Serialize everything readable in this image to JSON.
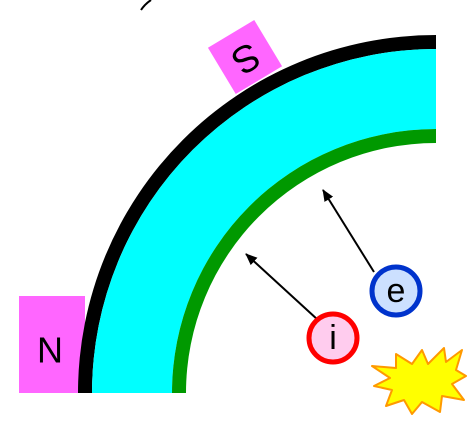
{
  "magnets": {
    "south": {
      "label": "S",
      "color": "#ff66ff"
    },
    "north": {
      "label": "N",
      "color": "#ff66ff"
    }
  },
  "wall": {
    "outer_color": "#000000",
    "body_color": "#00ffff",
    "inner_color": "#009900"
  },
  "particles": {
    "electron": {
      "label": "e",
      "ring_color": "#0033cc",
      "fill_color": "#cce0ff"
    },
    "ion": {
      "label": "i",
      "ring_color": "#ff0000",
      "fill_color": "#ffccee"
    }
  },
  "spark": {
    "fill_color": "#ffff00",
    "stroke_color": "#ff9900"
  },
  "arrows": {
    "color": "#000000"
  }
}
